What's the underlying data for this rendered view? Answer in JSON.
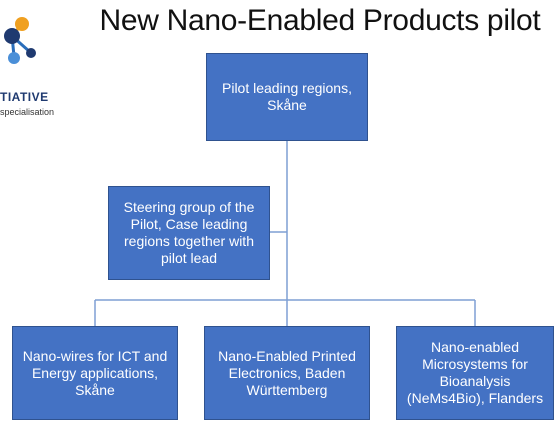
{
  "title": "New Nano-Enabled Products pilot",
  "logo": {
    "word": "TIATIVE",
    "subtitle": "specialisation"
  },
  "boxes": {
    "pilot_lead": "Pilot leading regions, Skåne",
    "steering": "Steering group of the Pilot, Case leading regions together with pilot lead",
    "case1": "Nano-wires for ICT and Energy applications, Skåne",
    "case2": "Nano-Enabled Printed Electronics, Baden Württemberg",
    "case3": "Nano-enabled Microsystems for Bioanalysis (NeMs4Bio), Flanders"
  },
  "colors": {
    "box_fill": "#4472c4",
    "box_border": "#2f528f",
    "connector": "#7f9fd4"
  }
}
